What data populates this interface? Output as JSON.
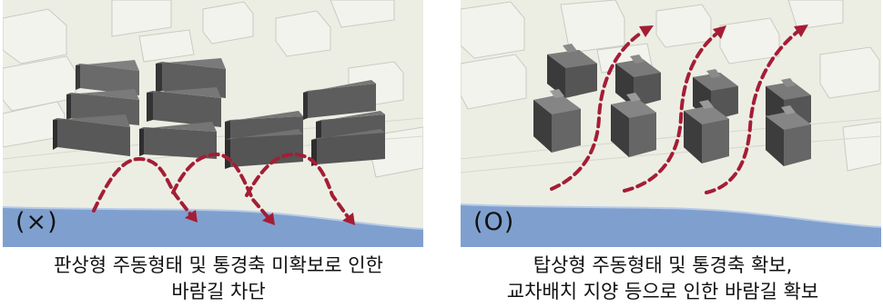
{
  "left_panel": {
    "badge": "(×)",
    "caption_lines": [
      "판상형 주동형태 및 통경축 미확보로 인한",
      "바람길 차단"
    ]
  },
  "right_panel": {
    "badge": "(O)",
    "caption_lines": [
      "탑상형 주동형태 및 통경축 확보,",
      "교차배치 지양 등으로 인한 바람길 확보"
    ]
  },
  "colors": {
    "ground": "#eceee4",
    "water": "#7fa0cf",
    "building_dark": "#5a5a5a",
    "building_light": "#f1f1ec",
    "wind_arrow": "#a51d35"
  }
}
